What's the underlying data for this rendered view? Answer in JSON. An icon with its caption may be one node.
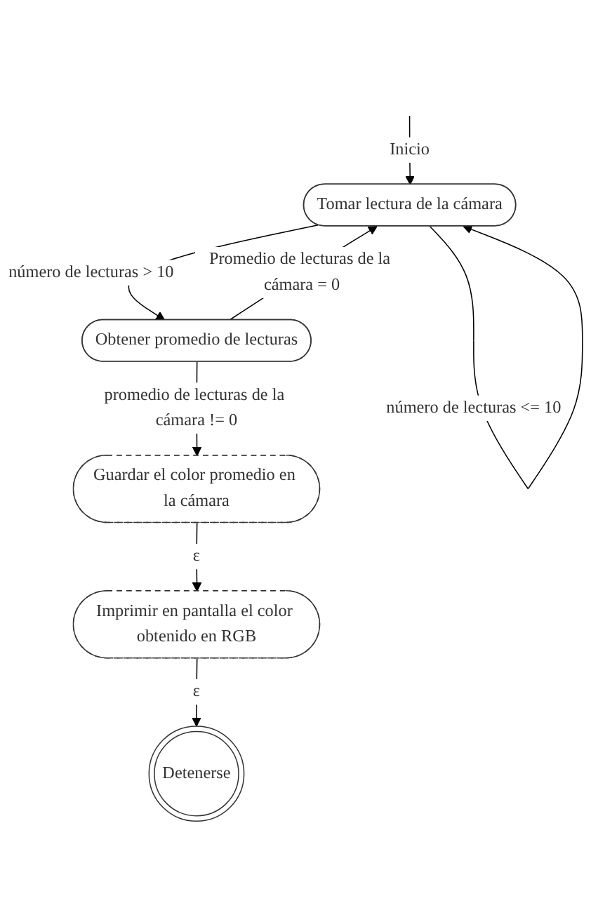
{
  "diagram": {
    "nodes": [
      {
        "text": [
          "Tomar lectura de la cámara"
        ]
      },
      {
        "text": [
          "Obtener promedio de lecturas"
        ]
      },
      {
        "text": [
          "Guardar el color promedio en la cámara"
        ]
      },
      {
        "text": [
          "Imprimir en pantalla el color obtenido en RGB"
        ]
      },
      {
        "text": [
          "Detenerse"
        ]
      }
    ],
    "edges": [
      {
        "from": null,
        "to": 0,
        "arrow": "to",
        "label": "Inicio"
      },
      {
        "from": 0,
        "to": 0,
        "arrow": "to",
        "label": "número de lecturas <= 10"
      },
      {
        "from": 0,
        "to": 1,
        "arrow": "to",
        "label": "número de lecturas > 10"
      },
      {
        "from": 1,
        "to": 0,
        "arrow": "to",
        "label": "Promedio de lecturas de la cámara = 0"
      },
      {
        "from": 1,
        "to": 2,
        "arrow": "to",
        "label": "promedio de lecturas de la cámara != 0"
      },
      {
        "from": 2,
        "to": 3,
        "arrow": "to",
        "label": "ε"
      },
      {
        "from": 3,
        "to": 4,
        "arrow": "to",
        "label": "ε"
      }
    ]
  }
}
